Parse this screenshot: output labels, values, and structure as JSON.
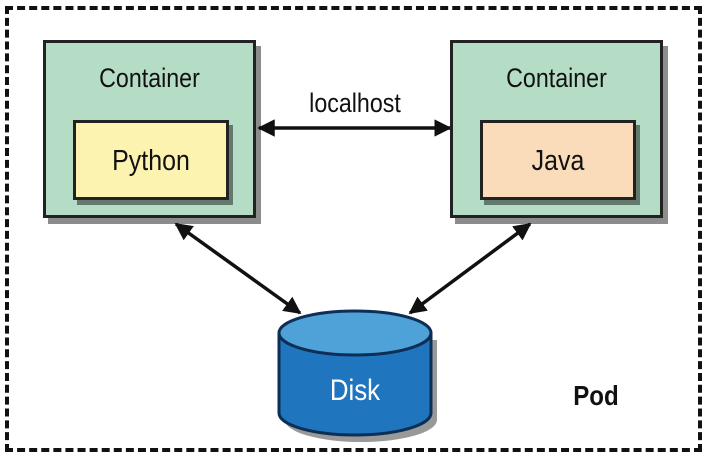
{
  "pod": {
    "label": "Pod"
  },
  "containers": [
    {
      "label": "Container",
      "runtime": "Python",
      "runtime_color": "#fcf3b0"
    },
    {
      "label": "Container",
      "runtime": "Java",
      "runtime_color": "#fbdcba"
    }
  ],
  "connection": {
    "label": "localhost"
  },
  "disk": {
    "label": "Disk",
    "color": "#1f76bf"
  },
  "colors": {
    "container_fill": "#b5dcc5",
    "border": "#222222"
  }
}
